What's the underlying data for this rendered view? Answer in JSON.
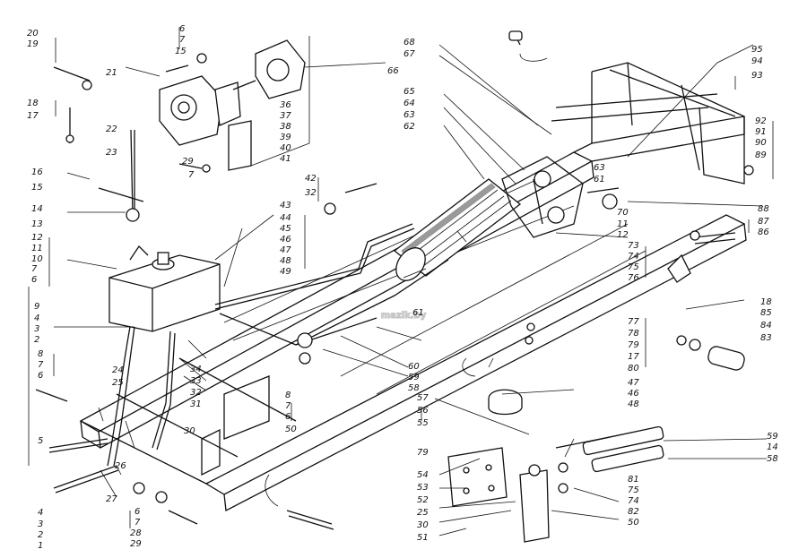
{
  "watermark": "mazik.by",
  "labels_left": [
    "20",
    "19",
    "18",
    "17",
    "16",
    "15",
    "14",
    "13",
    "12",
    "11",
    "10",
    "7",
    "6",
    "9",
    "4",
    "3",
    "2",
    "8",
    "7",
    "6",
    "5",
    "4",
    "3",
    "2",
    "1"
  ],
  "labels_top_center": [
    "6",
    "7",
    "15",
    "21",
    "22",
    "23",
    "29",
    "7",
    "36",
    "37",
    "38",
    "39",
    "40",
    "41",
    "66"
  ],
  "labels_middle": [
    "42",
    "32",
    "43",
    "44",
    "45",
    "46",
    "47",
    "48",
    "49",
    "24",
    "25",
    "34",
    "33",
    "32",
    "31",
    "30",
    "26",
    "27",
    "8",
    "7",
    "6",
    "50"
  ],
  "labels_lower_center": [
    "6",
    "7",
    "28",
    "29",
    "54",
    "53",
    "52",
    "25",
    "30",
    "51",
    "79",
    "57",
    "56",
    "55",
    "61",
    "60",
    "59",
    "58"
  ],
  "labels_right_column": [
    "95",
    "94",
    "93",
    "92",
    "91",
    "90",
    "89",
    "88",
    "87",
    "86",
    "18",
    "85",
    "84",
    "83",
    "59",
    "14",
    "58",
    "81",
    "75",
    "74",
    "82",
    "50"
  ],
  "labels_center_right": [
    "68",
    "67",
    "65",
    "64",
    "63",
    "62",
    "63",
    "61",
    "70",
    "11",
    "12",
    "73",
    "74",
    "75",
    "76",
    "77",
    "78",
    "79",
    "17",
    "80",
    "47",
    "46",
    "48"
  ]
}
